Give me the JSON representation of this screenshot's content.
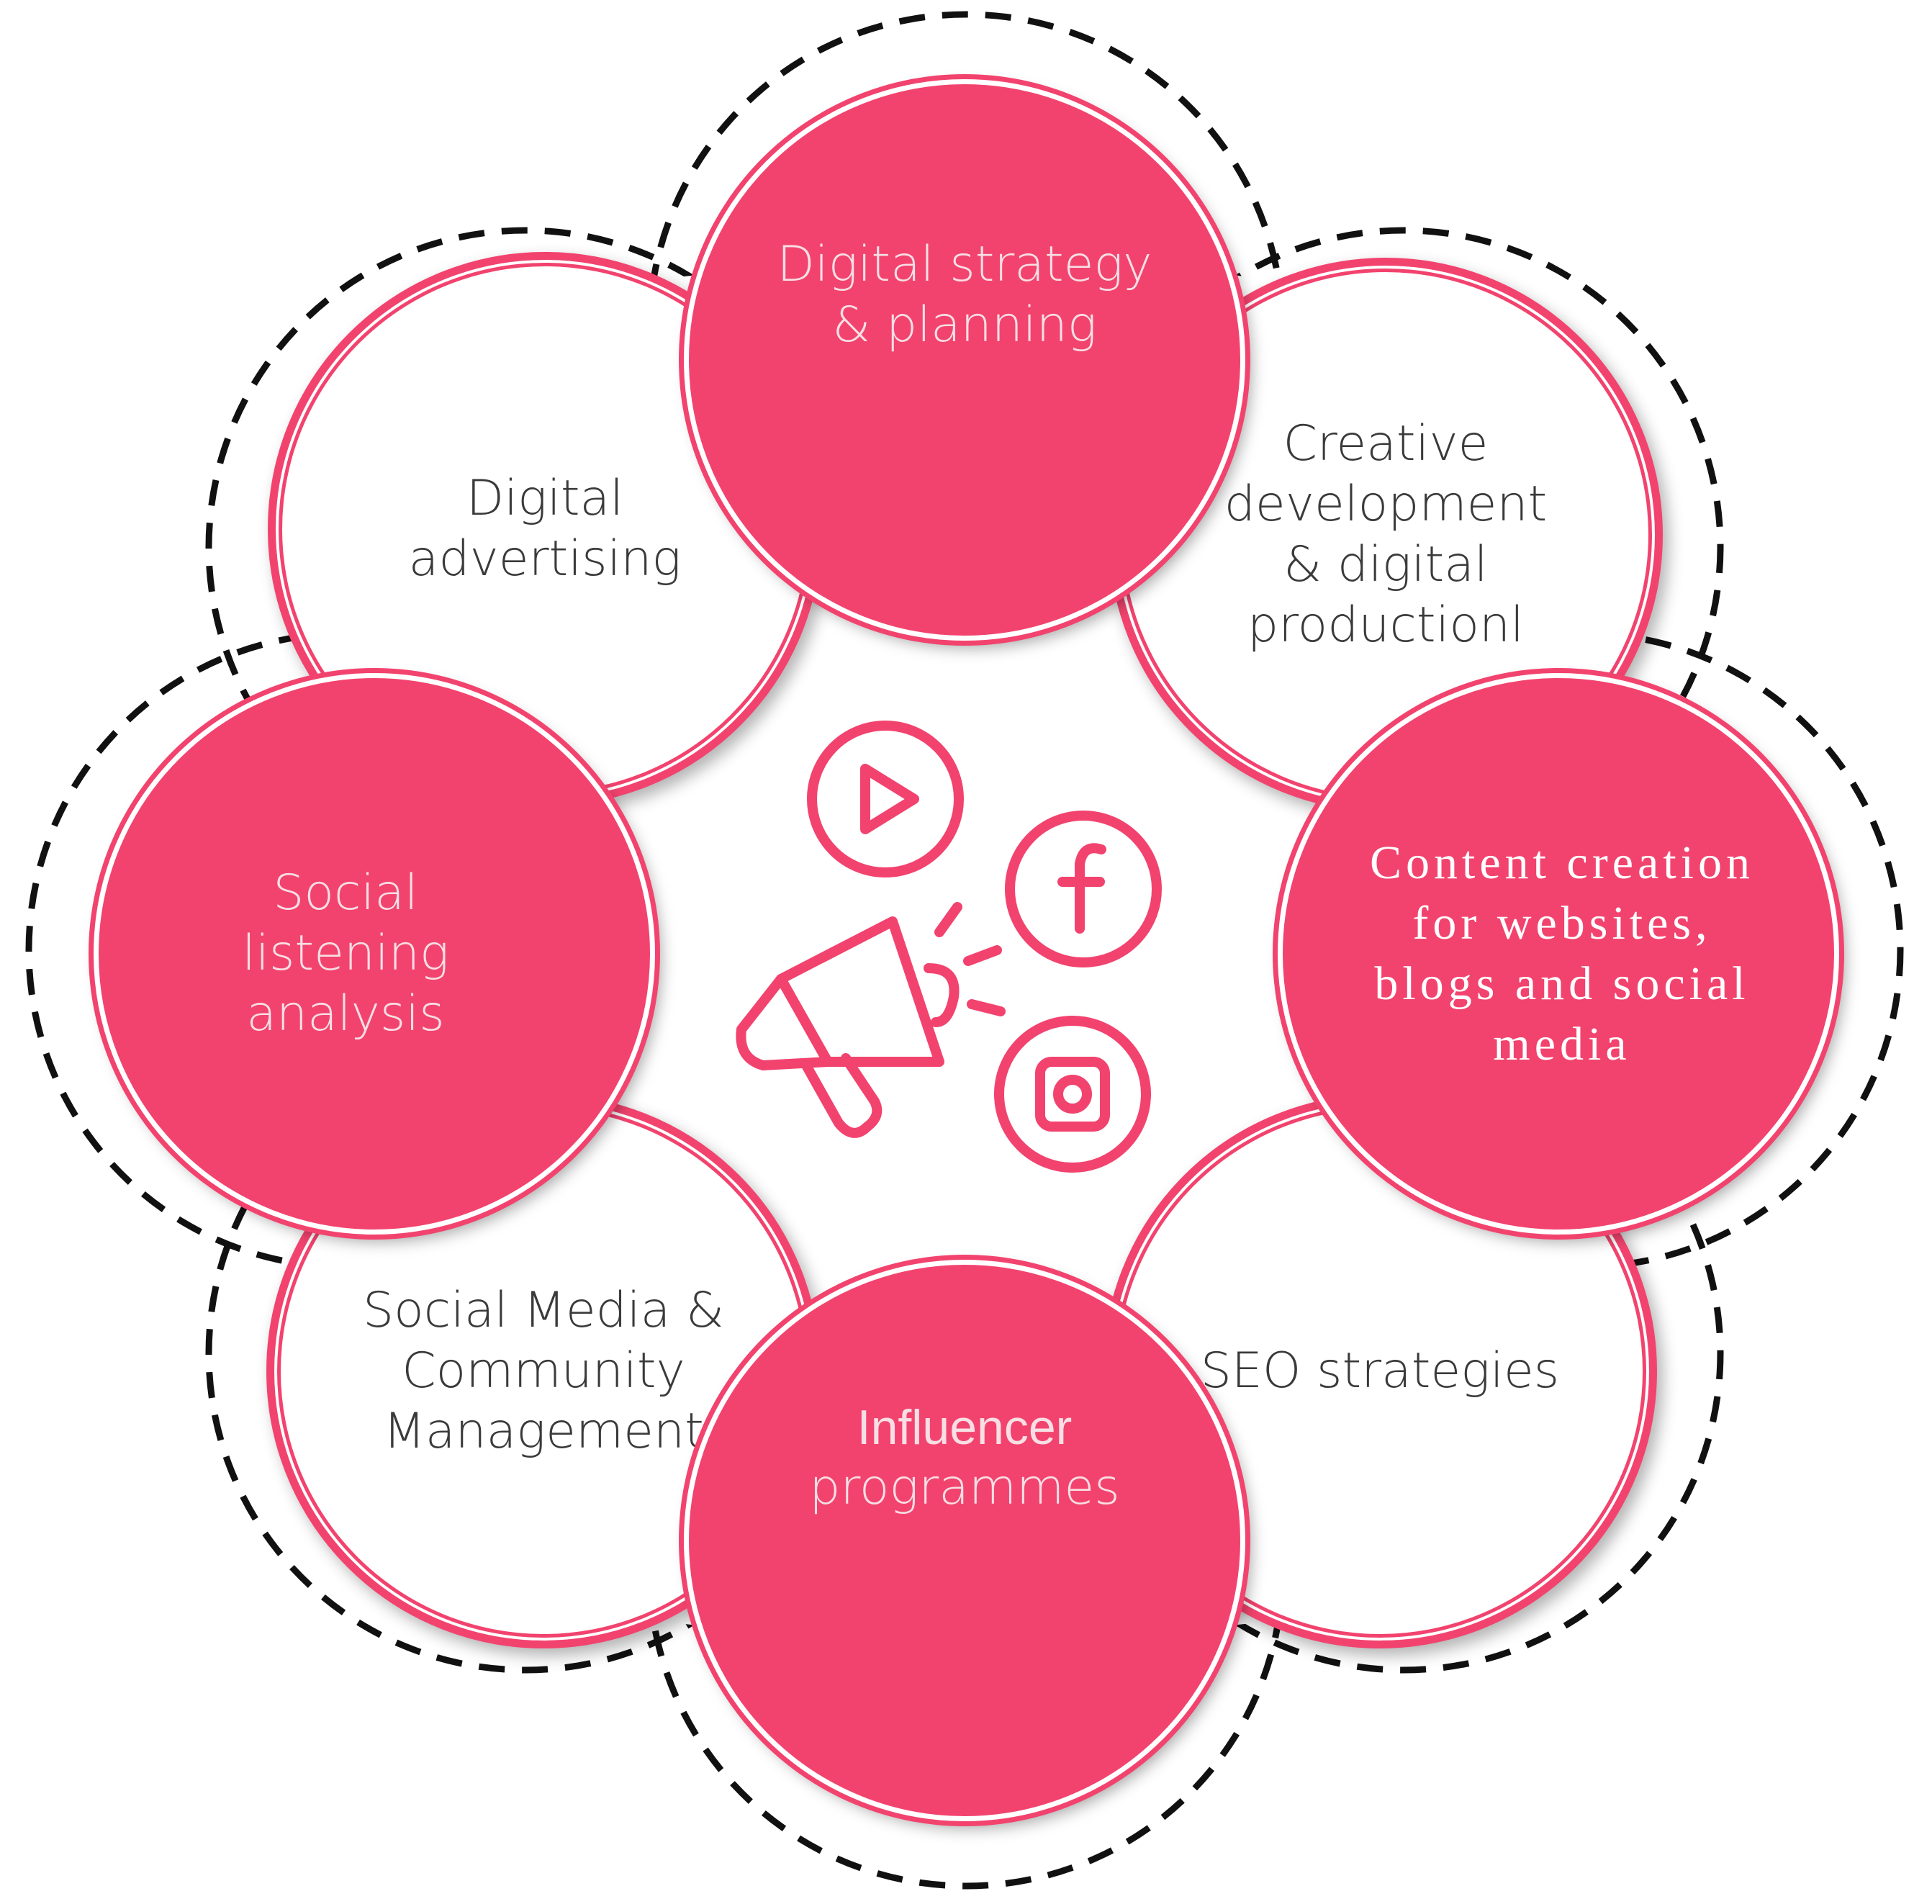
{
  "colors": {
    "accent": "#F2436E",
    "text_dark": "#3a3a3a",
    "text_light": "#f7dfe4",
    "dash": "#111111"
  },
  "center_icons": [
    "play-icon",
    "facebook-icon",
    "megaphone-icon",
    "instagram-icon"
  ],
  "services": [
    {
      "id": "digital-strategy",
      "label": "Digital strategy\n& planning",
      "style": "filled"
    },
    {
      "id": "creative-development",
      "label": "Creative\ndevelopment\n& digital\nproductionl",
      "style": "outline"
    },
    {
      "id": "content-creation",
      "label": "Content creation\nfor websites,\nblogs and social\nmedia",
      "style": "filled"
    },
    {
      "id": "seo",
      "label": "SEO strategies",
      "style": "outline"
    },
    {
      "id": "influencer-line1",
      "label": "Influencer",
      "style": "filled"
    },
    {
      "id": "influencer-line2",
      "label": "programmes",
      "style": "filled"
    },
    {
      "id": "social-media",
      "label": "Social Media &\nCommunity\nManagement",
      "style": "outline"
    },
    {
      "id": "social-listening",
      "label": "Social\nlistening\nanalysis",
      "style": "filled"
    },
    {
      "id": "digital-advertising",
      "label": "Digital\nadvertising",
      "style": "outline"
    }
  ]
}
